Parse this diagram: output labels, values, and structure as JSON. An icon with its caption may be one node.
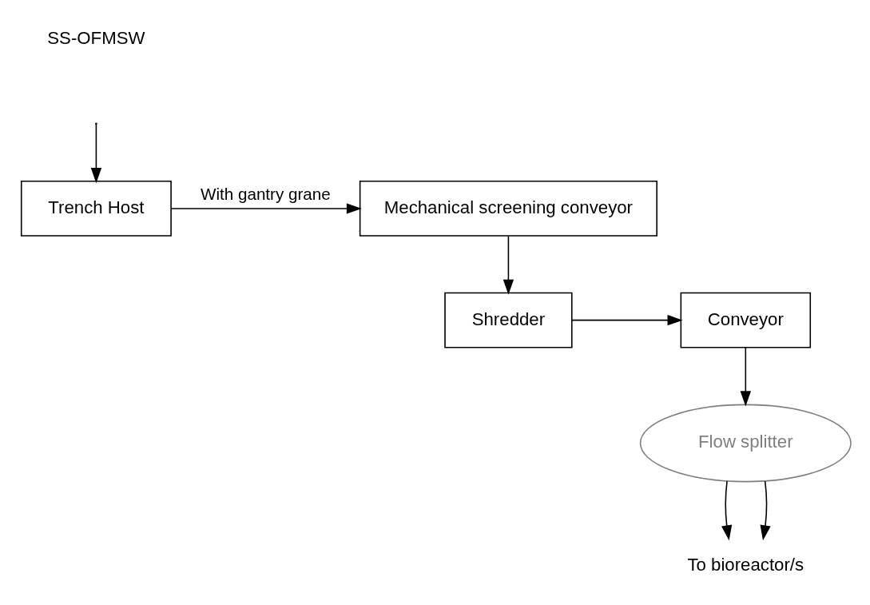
{
  "diagram": {
    "nodes": [
      {
        "text": [
          "Trench Host"
        ]
      },
      {
        "text": [
          "Mechanical screening conveyor"
        ]
      },
      {
        "text": [
          "Shredder"
        ]
      },
      {
        "text": [
          "Conveyor"
        ]
      },
      {
        "text": [
          "Flow splitter"
        ]
      },
      {
        "text": [
          "To bioreactor/s"
        ]
      }
    ],
    "edges": [
      {
        "from": null,
        "to": 0,
        "arrow": "to"
      },
      {
        "from": 0,
        "to": 1,
        "arrow": "to",
        "label": "With gantry grane"
      },
      {
        "from": 1,
        "to": 2,
        "arrow": "to"
      },
      {
        "from": 2,
        "to": 3,
        "arrow": "to"
      },
      {
        "from": 3,
        "to": 4,
        "arrow": "to"
      },
      {
        "from": 4,
        "to": 5,
        "arrow": "to"
      },
      {
        "from": 4,
        "to": 5,
        "arrow": "to"
      }
    ],
    "labels": [
      "SS-OFMSW"
    ]
  }
}
